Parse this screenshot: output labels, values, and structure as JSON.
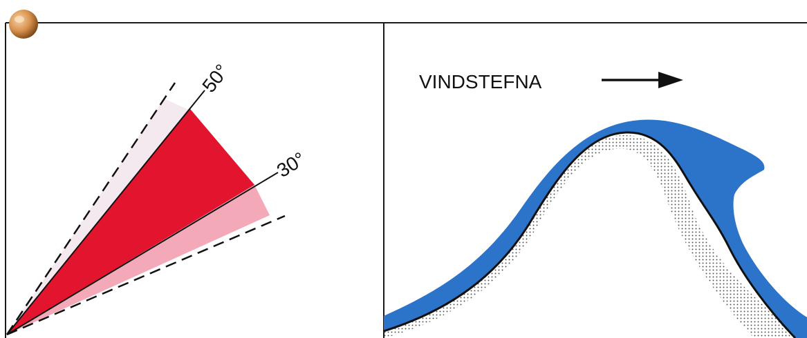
{
  "colors": {
    "frame": "#1a1a1a",
    "pin_light": "#e9b47a",
    "pin_dark": "#7a4514",
    "pale_sector": "#f4e9ee",
    "steep_sector": "#e3142d",
    "shallow_sector": "#f3a9b8",
    "snow_cornice": "#2c74c9",
    "ground_line": "#101010",
    "stipple": "#555555"
  },
  "left_panel": {
    "label_50": "50°",
    "label_30": "30°"
  },
  "right_panel": {
    "wind_label": "VINDSTEFNA",
    "arrow_icon": "right-arrow-icon"
  }
}
